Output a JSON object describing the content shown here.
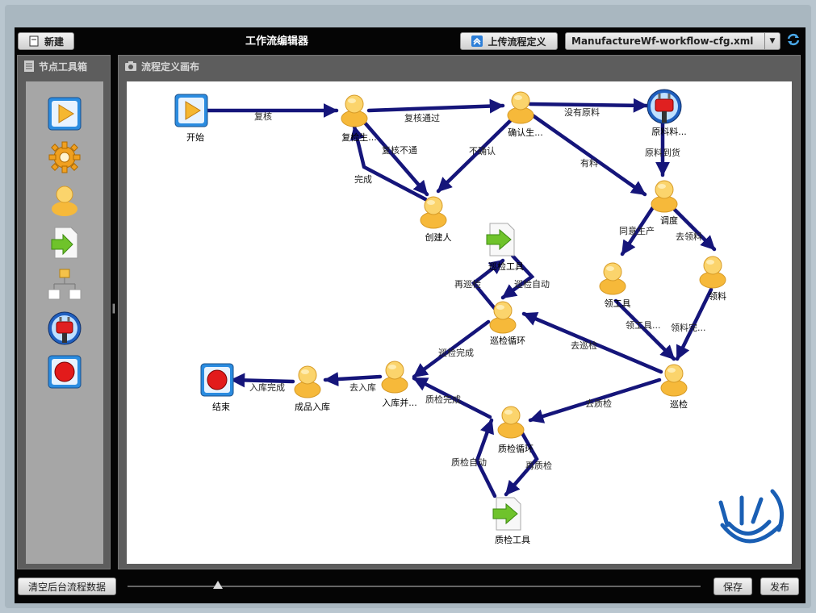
{
  "toolbar": {
    "new_label": "新建",
    "title": "工作流编辑器",
    "upload_label": "上传流程定义",
    "workflow_file": "ManufactureWf-workflow-cfg.xml"
  },
  "toolbox": {
    "title": "节点工具箱",
    "tools": [
      "start-node-icon",
      "task-gear-icon",
      "person-task-icon",
      "sub-process-icon",
      "fork-icon",
      "plugin-node-icon",
      "end-node-icon"
    ]
  },
  "canvas": {
    "title": "流程定义画布"
  },
  "nodes": {
    "start": "开始",
    "review": "复检生...",
    "confirm": "确认生...",
    "material": "原料料...",
    "creator": "创建人",
    "dispatch": "调度",
    "get_tools": "领工具",
    "get_material": "领料",
    "patrol_tool": "巡检工具",
    "patrol_loop": "巡检循环",
    "patrol": "巡检",
    "end": "结束",
    "product_in": "成品入库",
    "in_and": "入库并...",
    "qc_loop": "质检循环",
    "qc_tool": "质检工具"
  },
  "edges": {
    "e1": "复核",
    "e2": "复核通过",
    "e3": "复核不通",
    "e4": "完成",
    "e5": "不确认",
    "e6": "没有原料",
    "e7": "有料",
    "e8": "原料到货",
    "e9": "同意生产",
    "e10": "去领料",
    "e11": "领工具...",
    "e12": "领料完...",
    "e13": "再巡检",
    "e14": "巡检自动",
    "e15": "去巡检",
    "e16": "巡检完成",
    "e17": "去质检",
    "e18": "质检完成",
    "e19": "质检自动",
    "e20": "再质检",
    "e21": "去入库",
    "e22": "入库完成"
  },
  "bottom": {
    "clear_label": "清空后台流程数据",
    "save_label": "保存",
    "publish_label": "发布"
  },
  "colors": {
    "edge": "#15157a",
    "accent": "#1a6fc8"
  }
}
